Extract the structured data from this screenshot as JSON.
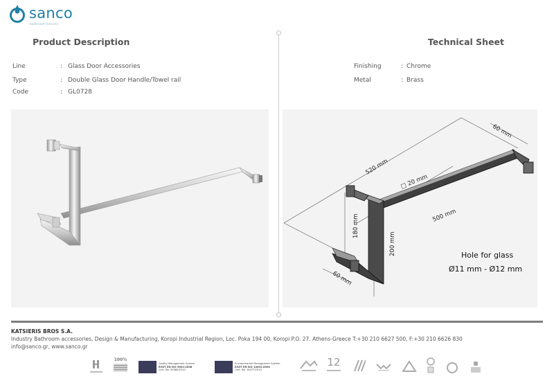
{
  "brand": {
    "name": "sanco",
    "tagline": "bathroom fixtures"
  },
  "sections": {
    "left_title": "Product Description",
    "right_title": "Technical Sheet"
  },
  "product_specs": [
    {
      "label": "Line",
      "value": "Glass Door Accessories"
    },
    {
      "label": "Type",
      "value": "Double Glass Door Handle/Towel rail"
    },
    {
      "label": "Code",
      "value": "GL0728"
    }
  ],
  "technical_specs": [
    {
      "label": "Finishing",
      "value": "Chrome"
    },
    {
      "label": "Metal",
      "value": "Brass"
    }
  ],
  "drawing": {
    "dim_520": "520 mm",
    "dim_60_top": "60 mm",
    "dim_square": "□ 20 mm",
    "dim_500": "500 mm",
    "dim_180": "180 mm",
    "dim_200": "200 mm",
    "dim_60_bottom": "60 mm",
    "hole_title": "Hole for glass",
    "hole_size": "Ø11 mm - Ø12 mm"
  },
  "footer": {
    "company": "KATSIERIS BROS S.A.",
    "address": "Industry Bathroom accessories, Design & Manufacturing, Koropi Industrial Region, Loc. Poka 194 00, Koropi P.O. 27. Athens-Greece   T:+30 210 6627 500, F:+30 210 6626 830",
    "contact": "info@sanco.gr, www.sanco.gr"
  },
  "certifications": {
    "iso9001_line1": "Quality Management System",
    "iso9001_line2": "ΕΛΟΤ EN ISO 9001:2008",
    "iso9001_line3": "Cert. No. 00080/2010",
    "iso14001_line1": "Environmental Management System",
    "iso14001_line2": "ΕΛΟΤ EN ISO 14001:2004",
    "iso14001_line3": "Cert. No. 14477/2010",
    "greece_badge": "100%",
    "warranty_years": "12"
  },
  "colors": {
    "brand_blue": "#1f7fa6",
    "footer_rule": "#7d7d7d",
    "panel_bg": "#f3f3f3"
  }
}
